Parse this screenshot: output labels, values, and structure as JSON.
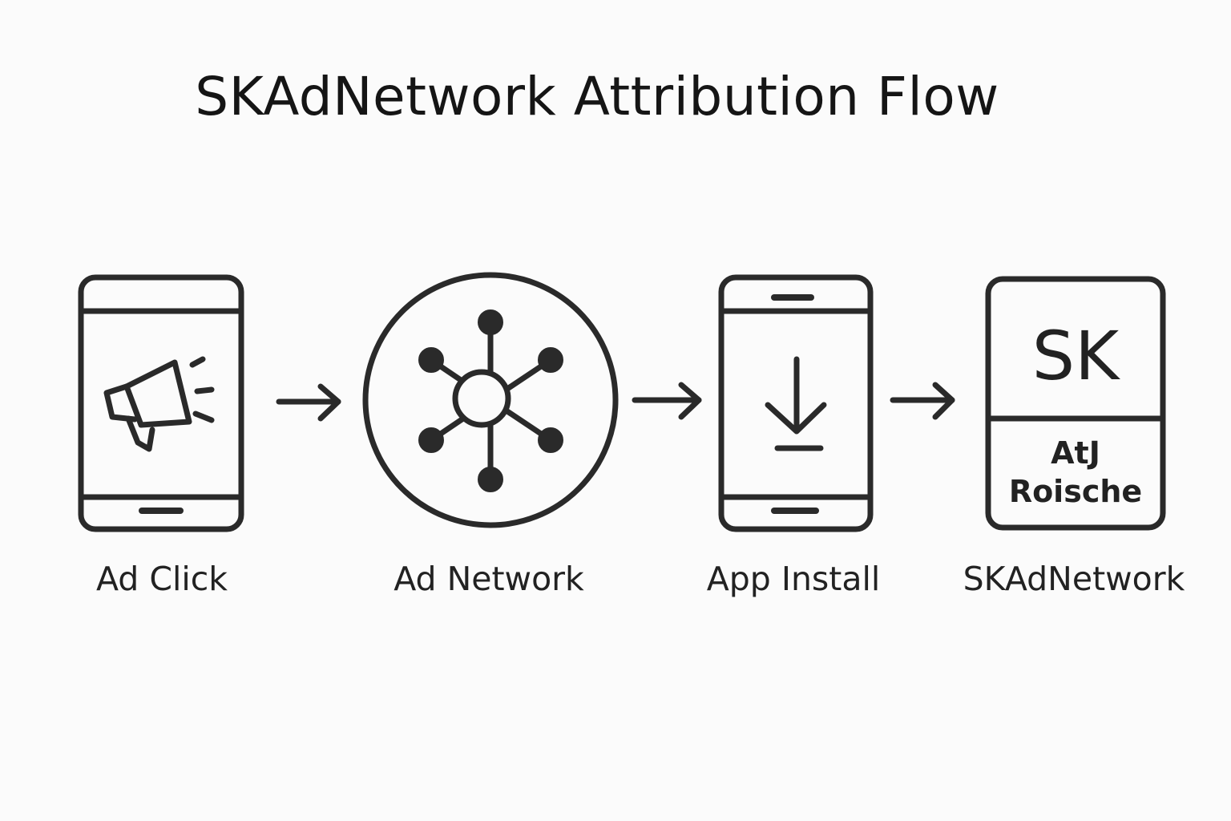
{
  "title": "SKAdNetwork Attribution Flow",
  "steps": [
    {
      "label": "Ad Click",
      "icon": "megaphone-phone-icon"
    },
    {
      "label": "Ad Network",
      "icon": "network-hub-icon"
    },
    {
      "label": "App Install",
      "icon": "download-phone-icon"
    },
    {
      "label": "SKAdNetwork",
      "icon": "skadnetwork-card-icon"
    }
  ],
  "sk_card": {
    "top_text": "SK",
    "bottom_line_1": "AtJ",
    "bottom_line_2": "Roische"
  },
  "colors": {
    "stroke": "#2a2a2a",
    "background": "#fbfbfb"
  }
}
